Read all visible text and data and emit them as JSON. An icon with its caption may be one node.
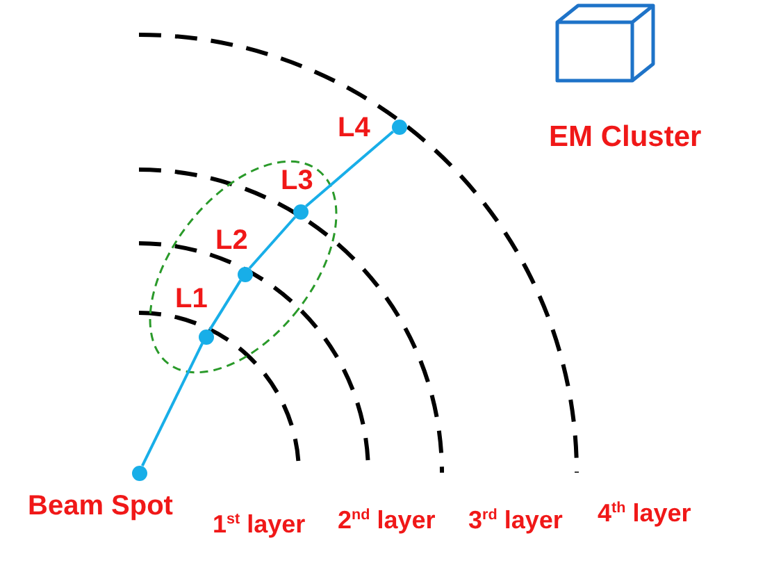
{
  "diagram": {
    "nodes": [
      {
        "text": [],
        "shape": "circle",
        "beside": [
          "Beam Spot"
        ]
      },
      {
        "text": [],
        "shape": "circle",
        "beside": [
          "L1"
        ]
      },
      {
        "text": [],
        "shape": "circle",
        "beside": [
          "L2"
        ]
      },
      {
        "text": [],
        "shape": "circle",
        "beside": [
          "L3"
        ]
      },
      {
        "text": [],
        "shape": "circle",
        "beside": [
          "L4"
        ]
      }
    ],
    "edges": [
      {
        "from": 0,
        "to": 1,
        "arrow": "none"
      },
      {
        "from": 1,
        "to": 2,
        "arrow": "none"
      },
      {
        "from": 2,
        "to": 3,
        "arrow": "none"
      },
      {
        "from": 3,
        "to": 4,
        "arrow": "none"
      }
    ],
    "labels": [
      "EM Cluster",
      "1$^{st}$ layer",
      "2$^{nd}$ layer",
      "3$^{rd}$ layer",
      "4$^{th}$ layer"
    ]
  }
}
